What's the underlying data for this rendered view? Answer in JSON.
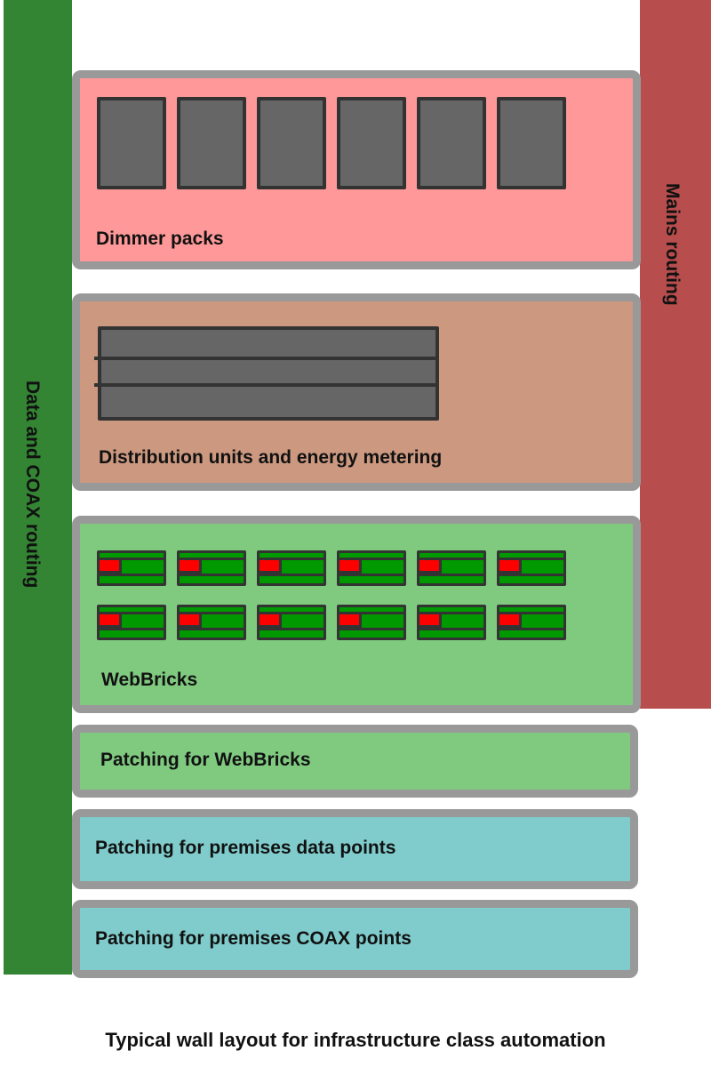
{
  "routing": {
    "data_label": "Data and COAX routing",
    "mains_label": "Mains routing"
  },
  "panels": {
    "dimmer": "Dimmer packs",
    "distribution": "Distribution units and energy metering",
    "webbricks": "WebBricks",
    "patch_webbricks": "Patching for WebBricks",
    "patch_data": "Patching for premises data points",
    "patch_coax": "Patching for premises COAX points"
  },
  "caption": "Typical wall layout for infrastructure class automation",
  "counts": {
    "dimmer_packs": 6,
    "webbrick_rows": 2,
    "webbricks_per_row": 6
  },
  "colors": {
    "data_bar": "#338433",
    "mains_bar": "#b74d4d",
    "dimmer_panel": "#ff9999",
    "distribution_panel": "#cc9980",
    "webbrick_panel": "#80ca80",
    "patch_premises_panel": "#80cccc",
    "device": "#666666",
    "webbrick_body": "#009900",
    "webbrick_indicator": "#ff0000"
  }
}
